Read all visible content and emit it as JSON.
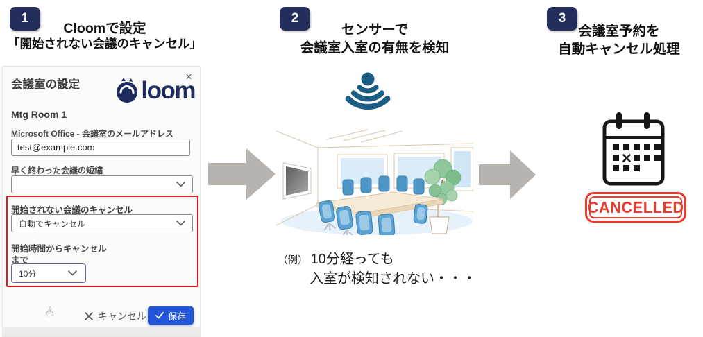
{
  "steps": [
    {
      "number": "1",
      "title_line1": "Cloomで設定",
      "title_line2": "「開始されない会議のキャンセル」"
    },
    {
      "number": "2",
      "title_line1": "センサーで",
      "title_line2": "会議室入室の有無を検知"
    },
    {
      "number": "3",
      "title_line1": "会議室予約を",
      "title_line2": "自動キャンセル処理"
    }
  ],
  "form": {
    "title": "会議室の設定",
    "logo_word": "loom",
    "room_name": "Mtg Room 1",
    "email_label": "Microsoft Office - 会議室のメールアドレス",
    "email_value": "test@example.com",
    "shorten_label": "早く終わった会議の短縮",
    "shorten_value": "",
    "not_started_label": "開始されない会議のキャンセル",
    "not_started_value": "自動でキャンセル",
    "cancel_from_label": "開始時間からキャンセル",
    "cancel_from_label2": "まで",
    "cancel_minutes_value": "10分",
    "cancel_button_label": "キャンセル",
    "save_button_label": "保存"
  },
  "step2": {
    "example_prefix": "（例）",
    "caption_line1": "10分経っても",
    "caption_line2": "入室が検知されない・・・"
  },
  "step3": {
    "stamp_text": "CANCELLED"
  },
  "icons": {
    "close": "×",
    "cursor_hand": "☝"
  },
  "colors": {
    "badge_navy": "#242e5c",
    "logo_navy": "#1f2b5c",
    "accent_blue": "#2355d8",
    "highlight_red": "#e01b1b",
    "stamp_red": "#ea3c2d",
    "sensor_teal": "#1c5d83",
    "arrow_gray": "#b7b3af"
  }
}
